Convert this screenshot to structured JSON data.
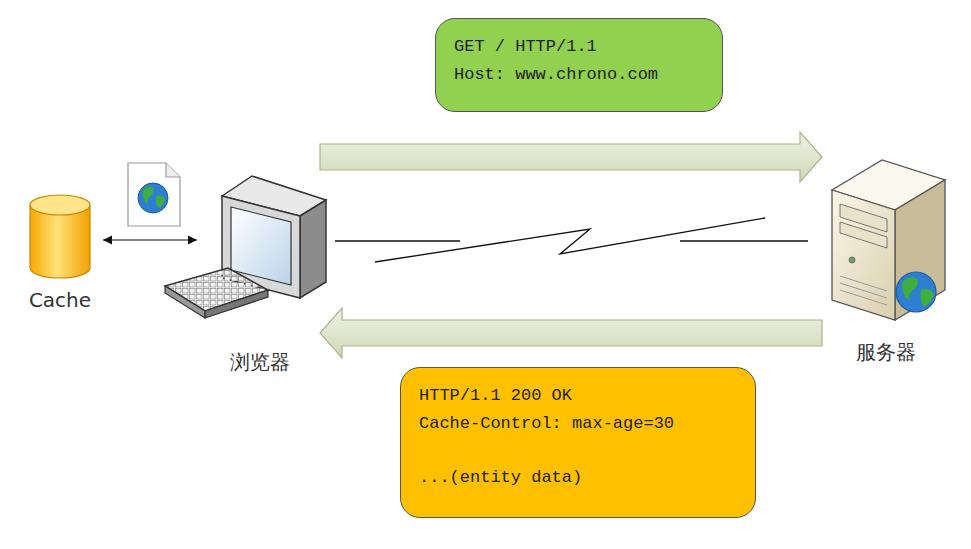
{
  "diagram": {
    "nodes": [
      {
        "text": [
          "GET / HTTP/1.1",
          "Host: www.chrono.com"
        ]
      },
      {
        "text": [
          "Cache"
        ]
      },
      {
        "text": [
          "浏览器"
        ]
      },
      {
        "text": [
          "服务器"
        ]
      },
      {
        "text": [
          "HTTP/1.1 200 OK",
          "Cache-Control: max-age=30",
          "...(entity data)"
        ]
      }
    ],
    "edges": [
      {
        "from": 1,
        "to": 2,
        "arrow": "both"
      },
      {
        "from": 2,
        "to": 3,
        "arrow": "to"
      },
      {
        "from": 2,
        "to": 3,
        "arrow": "none"
      },
      {
        "from": 3,
        "to": 2,
        "arrow": "to"
      }
    ]
  }
}
